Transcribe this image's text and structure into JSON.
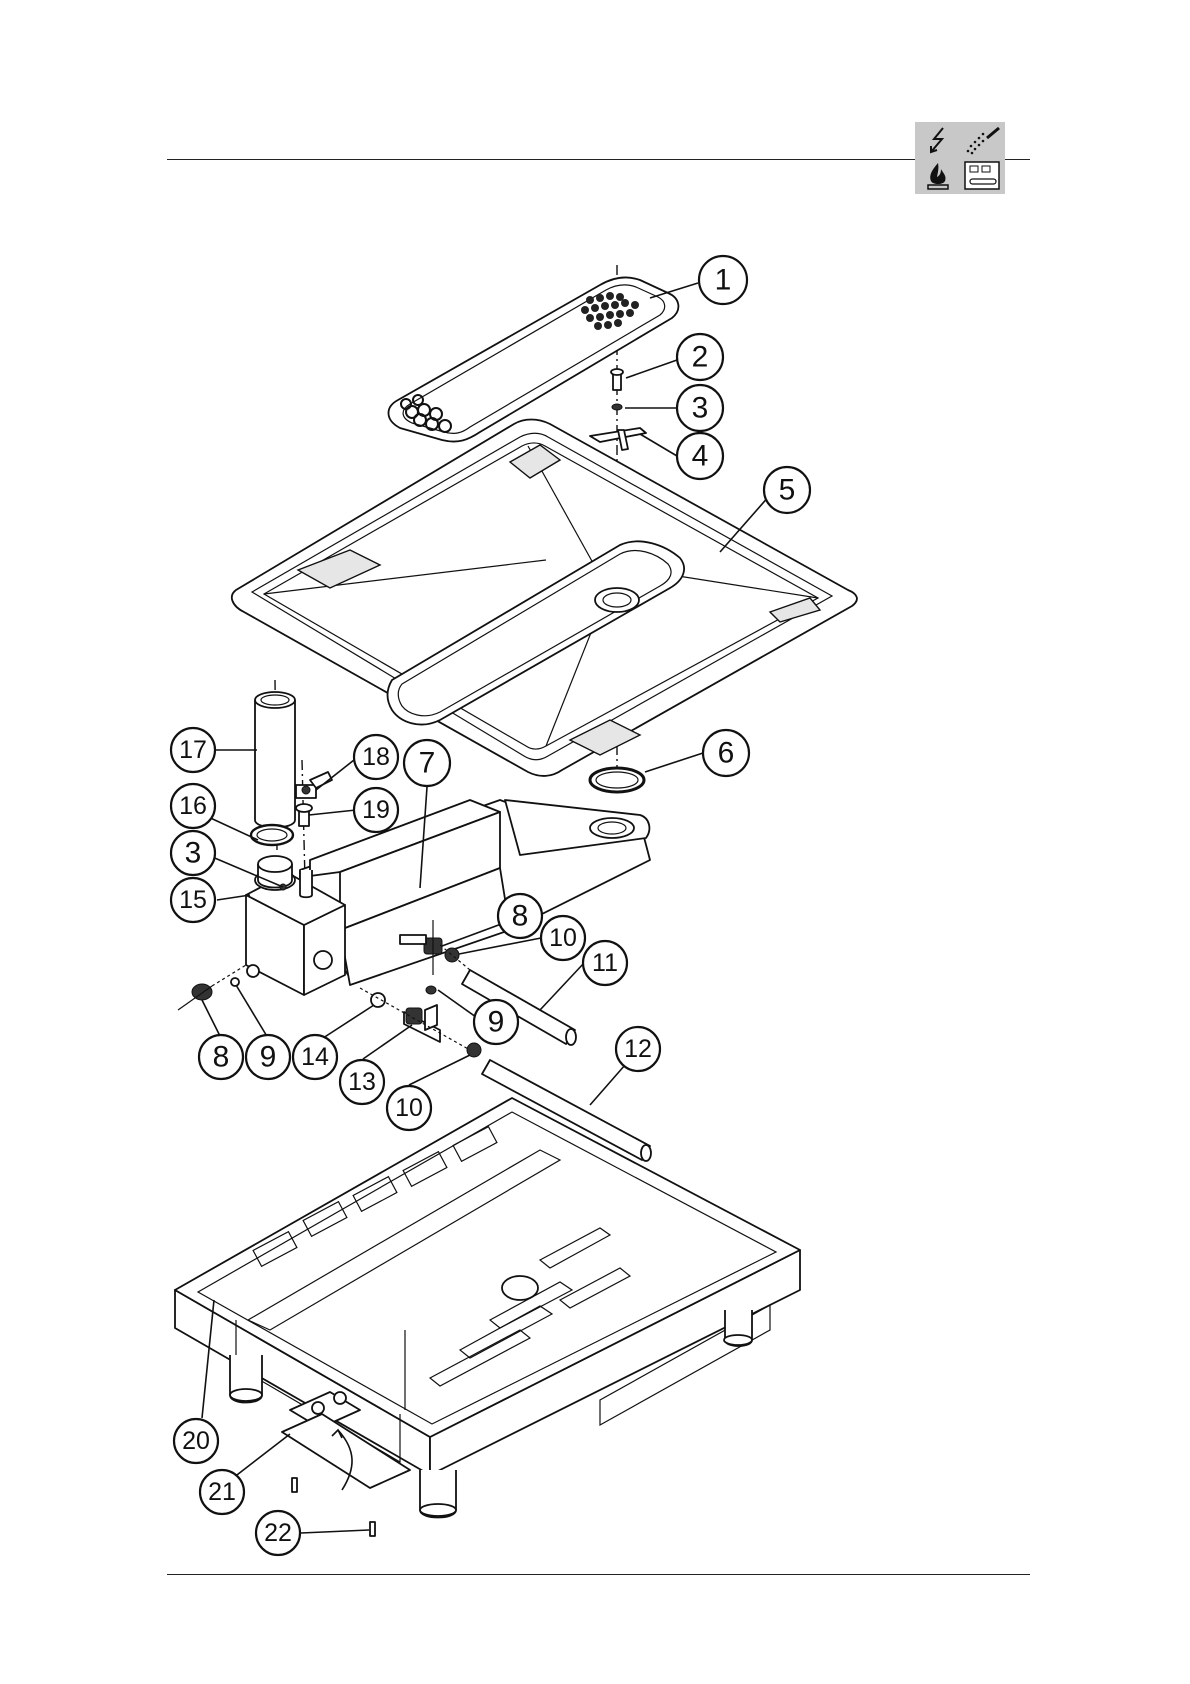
{
  "header_icons": [
    {
      "name": "electric-icon"
    },
    {
      "name": "water-spray-icon"
    },
    {
      "name": "gas-flame-icon"
    },
    {
      "name": "drain-panel-icon"
    }
  ],
  "callouts": [
    {
      "id": "callout-1",
      "text": "1"
    },
    {
      "id": "callout-2",
      "text": "2"
    },
    {
      "id": "callout-3-top",
      "text": "3"
    },
    {
      "id": "callout-4",
      "text": "4"
    },
    {
      "id": "callout-5",
      "text": "5"
    },
    {
      "id": "callout-6",
      "text": "6"
    },
    {
      "id": "callout-7",
      "text": "7"
    },
    {
      "id": "callout-17",
      "text": "17"
    },
    {
      "id": "callout-18",
      "text": "18"
    },
    {
      "id": "callout-16",
      "text": "16"
    },
    {
      "id": "callout-19",
      "text": "19"
    },
    {
      "id": "callout-3-left",
      "text": "3"
    },
    {
      "id": "callout-15",
      "text": "15"
    },
    {
      "id": "callout-8-right",
      "text": "8"
    },
    {
      "id": "callout-10-upper",
      "text": "10"
    },
    {
      "id": "callout-11",
      "text": "11"
    },
    {
      "id": "callout-9-right",
      "text": "9"
    },
    {
      "id": "callout-8-left",
      "text": "8"
    },
    {
      "id": "callout-9-left",
      "text": "9"
    },
    {
      "id": "callout-14",
      "text": "14"
    },
    {
      "id": "callout-13",
      "text": "13"
    },
    {
      "id": "callout-10-lower",
      "text": "10"
    },
    {
      "id": "callout-12",
      "text": "12"
    },
    {
      "id": "callout-20",
      "text": "20"
    },
    {
      "id": "callout-21",
      "text": "21"
    },
    {
      "id": "callout-22",
      "text": "22"
    }
  ]
}
